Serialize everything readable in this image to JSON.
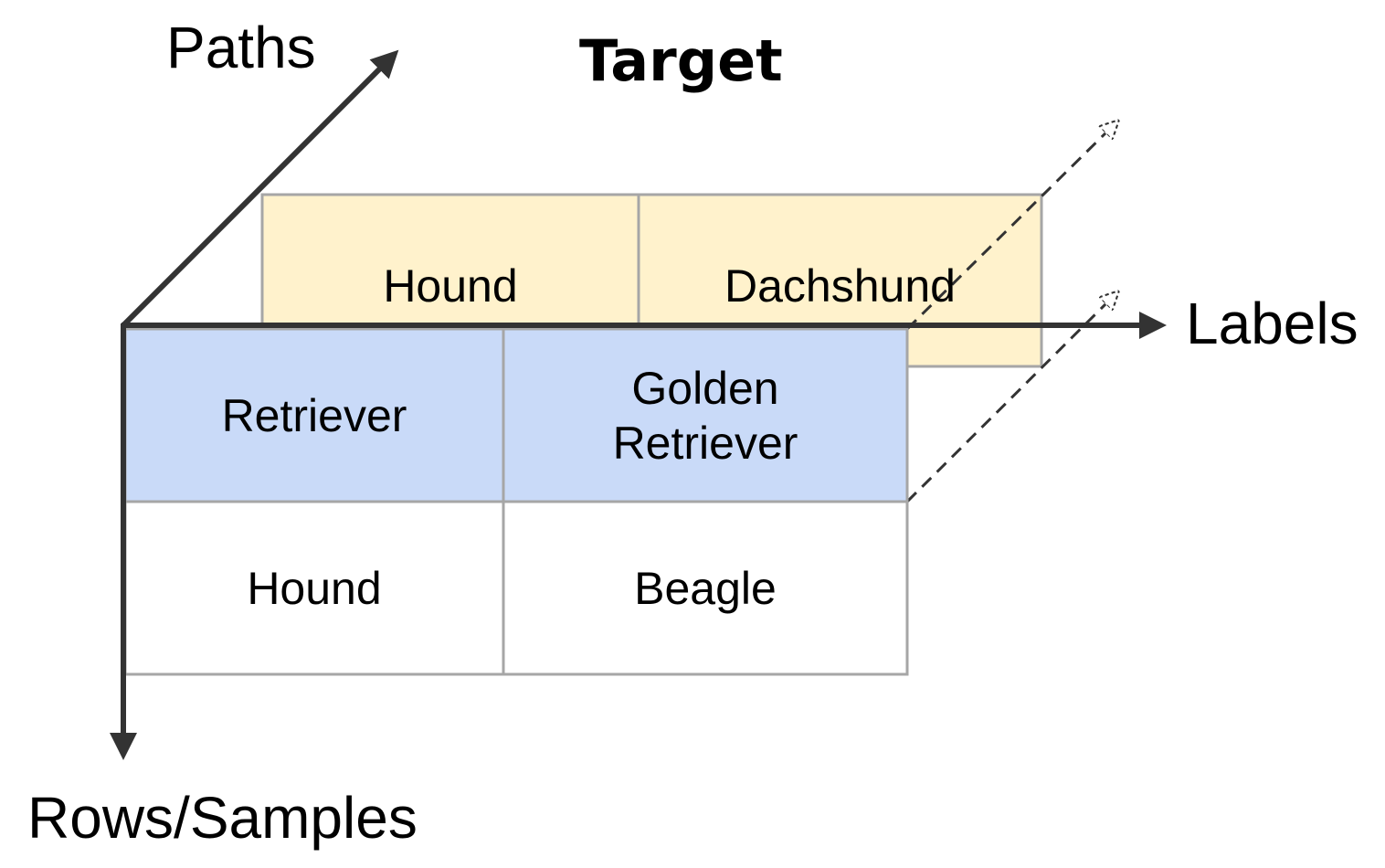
{
  "title": "Target",
  "axes": {
    "paths": "Paths",
    "labels": "Labels",
    "rows": "Rows/Samples"
  },
  "back_layer": {
    "cells": [
      "Hound",
      "Dachshund"
    ]
  },
  "front_layer": {
    "rows": [
      [
        "Retriever",
        "Golden Retriever"
      ],
      [
        "Hound",
        "Beagle"
      ]
    ]
  },
  "colors": {
    "back_fill": "#fff2cc",
    "highlight_fill": "#c9daf8",
    "plain_fill": "#ffffff",
    "grid_stroke": "#a6a6a6",
    "axis": "#333333"
  }
}
